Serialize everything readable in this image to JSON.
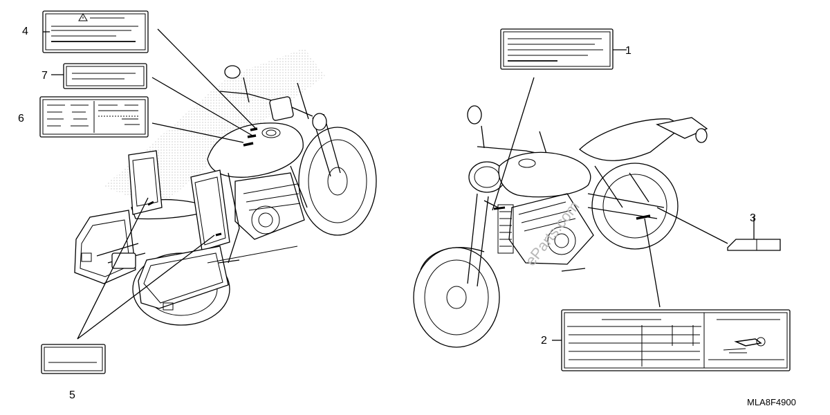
{
  "callouts": [
    "1",
    "2",
    "3",
    "4",
    "5",
    "6",
    "7"
  ],
  "diagram_code": "MLA8F4900",
  "watermark": "eParts.com",
  "warning_icon": "warning-triangle-icon"
}
